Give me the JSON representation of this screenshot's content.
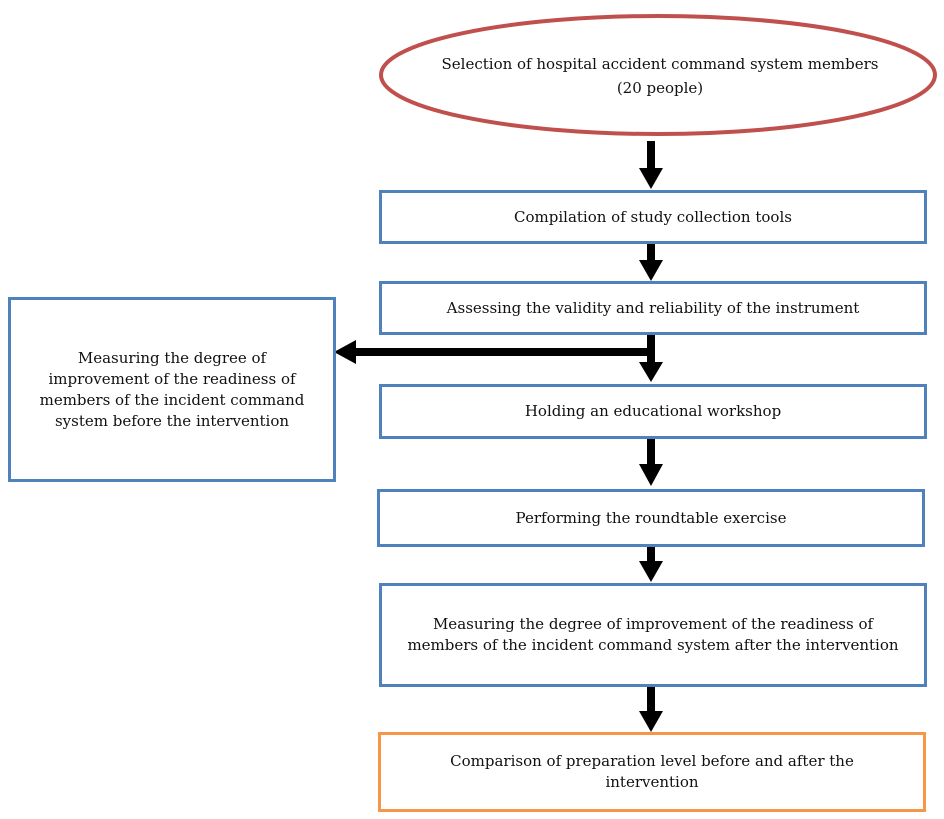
{
  "diagram": {
    "colors": {
      "ellipse_border": "#C0504D",
      "box_border": "#4F81BD",
      "final_box_border": "#F79646",
      "arrow": "#000000"
    },
    "nodes": {
      "selection": "Selection of hospital accident command system members (20 people)",
      "compilation": "Compilation of study collection tools",
      "validity": "Assessing the validity and reliability of the instrument",
      "pre_measure": "Measuring the degree of improvement of the readiness of members of the incident command system before the intervention",
      "workshop": "Holding an educational workshop",
      "roundtable": "Performing the roundtable exercise",
      "post_measure": "Measuring the degree of improvement of the readiness of members of the incident command system after the intervention",
      "comparison": "Comparison of preparation level before and after the intervention"
    }
  }
}
